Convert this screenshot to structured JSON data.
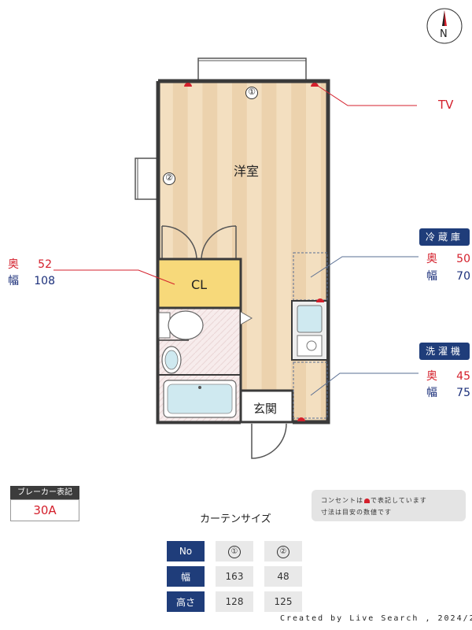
{
  "compass": {
    "label": "N"
  },
  "rooms": {
    "western_room": "洋室",
    "closet": "CL",
    "entrance": "玄関"
  },
  "window_marks": {
    "window_1": "①",
    "window_2": "②"
  },
  "tv": {
    "label": "TV"
  },
  "closet_dims": {
    "depth_label": "奥",
    "depth_value": "52",
    "width_label": "幅",
    "width_value": "108"
  },
  "fridge": {
    "tag": "冷蔵庫",
    "depth_label": "奥",
    "depth_value": "50",
    "width_label": "幅",
    "width_value": "70"
  },
  "washer": {
    "tag": "洗濯機",
    "depth_label": "奥",
    "depth_value": "45",
    "width_label": "幅",
    "width_value": "75"
  },
  "breaker": {
    "header": "ブレーカー表記",
    "value": "30A"
  },
  "note": {
    "line1_pre": "コンセントは",
    "line1_post": "で表記しています",
    "line2": "寸法は目安の数値です"
  },
  "curtain": {
    "title": "カーテンサイズ",
    "rows": [
      {
        "label": "No",
        "c1": "①",
        "c2": "②"
      },
      {
        "label": "幅",
        "c1": "163",
        "c2": "48"
      },
      {
        "label": "高さ",
        "c1": "128",
        "c2": "125"
      }
    ]
  },
  "credit": "Created by Live Search , 2024/2",
  "colors": {
    "floor": "#f3dfc0",
    "floor_stripe": "#e9cfa8",
    "closet": "#f7d97a",
    "navy": "#1f3d7a",
    "outlet_red": "#d4202c"
  }
}
